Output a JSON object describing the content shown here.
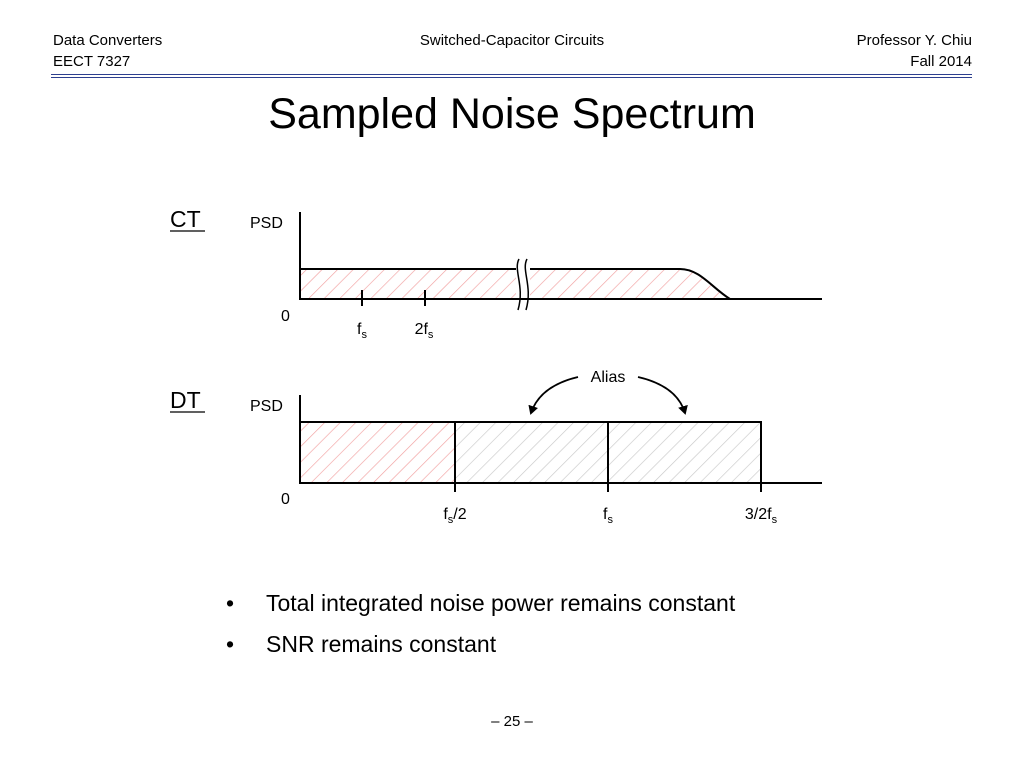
{
  "header": {
    "left_line1": "Data Converters",
    "left_line2": "EECT 7327",
    "center": "Switched-Capacitor Circuits",
    "right_line1": "Professor Y. Chiu",
    "right_line2": "Fall 2014"
  },
  "title": "Sampled Noise Spectrum",
  "ct": {
    "label": "CT",
    "y_label": "PSD",
    "origin": "0",
    "ticks": [
      {
        "main": "f",
        "sub": "s",
        "suffix": ""
      },
      {
        "main": "2f",
        "sub": "s",
        "suffix": ""
      }
    ]
  },
  "dt": {
    "label": "DT",
    "y_label": "PSD",
    "origin": "0",
    "alias_label": "Alias",
    "ticks": [
      {
        "main": "f",
        "sub": "s",
        "suffix": "/2"
      },
      {
        "main": "f",
        "sub": "s",
        "suffix": ""
      },
      {
        "main": "3/2f",
        "sub": "s",
        "suffix": ""
      }
    ]
  },
  "colors": {
    "hatch_red": "#f2a0a0",
    "hatch_gray": "#c8c8c8",
    "axis": "#000000",
    "rule": "#2d3f8f"
  },
  "bullets": [
    "Total integrated noise power remains constant",
    "SNR remains constant"
  ],
  "page_number": "– 25 –"
}
